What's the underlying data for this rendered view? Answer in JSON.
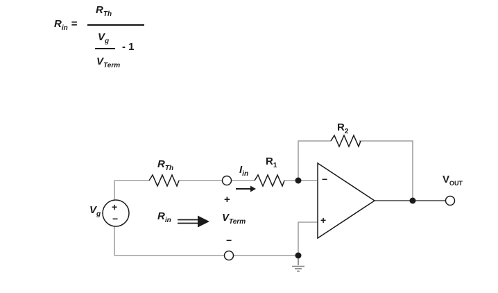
{
  "formula": {
    "lhs_main": "R",
    "lhs_sub": "in",
    "equals": "=",
    "numerator_main": "R",
    "numerator_sub": "Th",
    "den_num_main": "V",
    "den_num_sub": "g",
    "den_den_main": "V",
    "den_den_sub": "Term",
    "minus_one": "- 1"
  },
  "circuit": {
    "labels": {
      "rth": {
        "main": "R",
        "sub": "Th"
      },
      "iin": {
        "main": "I",
        "sub": "in"
      },
      "r1": {
        "main": "R",
        "sub": "1"
      },
      "r2": {
        "main": "R",
        "sub": "2"
      },
      "vout": {
        "main": "V",
        "sub": "OUT"
      },
      "vg": {
        "main": "V",
        "sub": "g"
      },
      "rin": {
        "main": "R",
        "sub": "in"
      },
      "vterm": {
        "main": "V",
        "sub": "Term"
      }
    },
    "signs": {
      "source_plus": "+",
      "source_minus": "−",
      "vterm_plus": "+",
      "vterm_minus": "−",
      "opamp_minus": "−",
      "opamp_plus": "+"
    }
  },
  "colors": {
    "wire": "#8c8c8c",
    "component": "#1a1a1a",
    "background": "#ffffff"
  }
}
